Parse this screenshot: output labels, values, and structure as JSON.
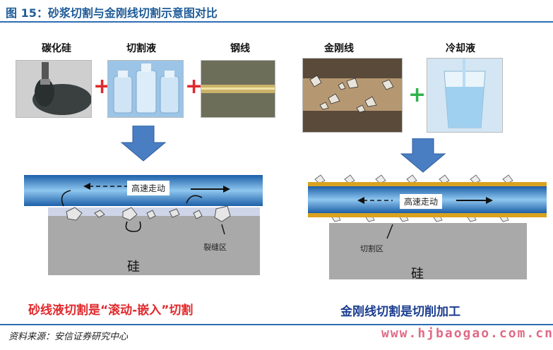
{
  "title": "图 15：砂浆切割与金刚线切割示意图对比",
  "left": {
    "materials": [
      "碳化硅",
      "切割液",
      "钢线"
    ],
    "plus": "+",
    "speed_label": "高速走动",
    "crack_label": "裂缝区",
    "silicon_label": "硅",
    "caption": "砂线液切割是“滚动-嵌入”切割"
  },
  "right": {
    "materials": [
      "金刚线",
      "冷却液"
    ],
    "plus": "+",
    "speed_label": "高速走动",
    "cut_label": "切割区",
    "silicon_label": "硅",
    "caption": "金刚线切割是切削加工"
  },
  "source": "资料来源：安信证券研究中心",
  "watermark": "www.hjbaogao.com.cn",
  "colors": {
    "title": "#1f5c99",
    "red_caption": "#e0282c",
    "blue_caption": "#1a3d8f",
    "arrow": "#4a7ec2",
    "green_plus": "#2db34a",
    "red_plus": "#e0282c"
  }
}
